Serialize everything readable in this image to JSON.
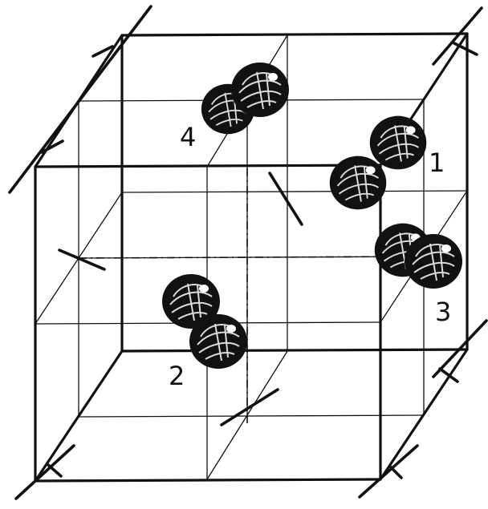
{
  "figure": {
    "labels": [
      "1",
      "2",
      "3",
      "4"
    ]
  },
  "colors": {
    "ink": "#111111",
    "background": "#ffffff",
    "highlight": "#ffffff"
  }
}
